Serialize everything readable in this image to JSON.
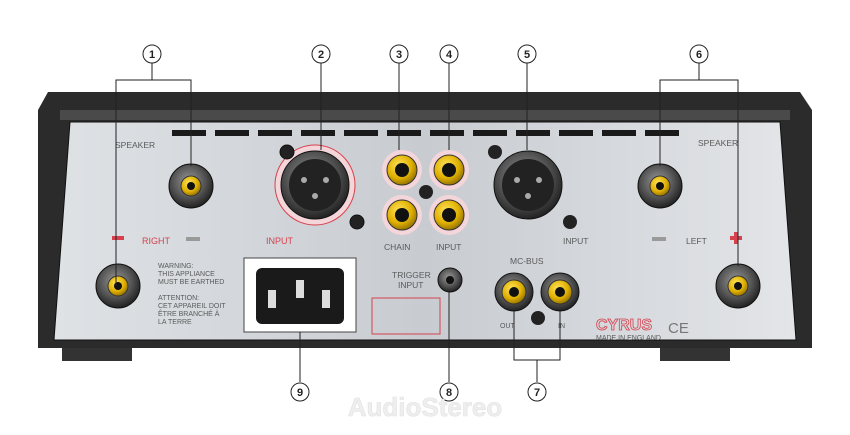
{
  "labels": {
    "speaker_right": "SPEAKER",
    "speaker_left": "SPEAKER",
    "right": "RIGHT",
    "left": "LEFT",
    "input_xlr_right": "INPUT",
    "input_xlr_left": "INPUT",
    "chain": "CHAIN",
    "input_rca": "INPUT",
    "trigger_line1": "TRIGGER",
    "trigger_line2": "INPUT",
    "mcbus": "MC-BUS",
    "out": "OUT",
    "in": "IN",
    "warning": [
      "WARNING:",
      "THIS APPLIANCE",
      "MUST BE EARTHED"
    ],
    "attention": [
      "ATTENTION:",
      "CET APPAREIL DOIT",
      "ÊTRE BRANCHÉ À",
      "LA TERRE"
    ],
    "brand": "CYRUS",
    "made_in": "MADE IN ENGLAND",
    "ce": "CE",
    "watermark": "AudioStereo"
  },
  "callouts": [
    "1",
    "2",
    "3",
    "4",
    "5",
    "6",
    "7",
    "8",
    "9"
  ],
  "colors": {
    "chassis": "#2b2b2b",
    "panel": "#cfd2d6",
    "accent_red": "#d6414d",
    "gold": "#e0b000"
  }
}
